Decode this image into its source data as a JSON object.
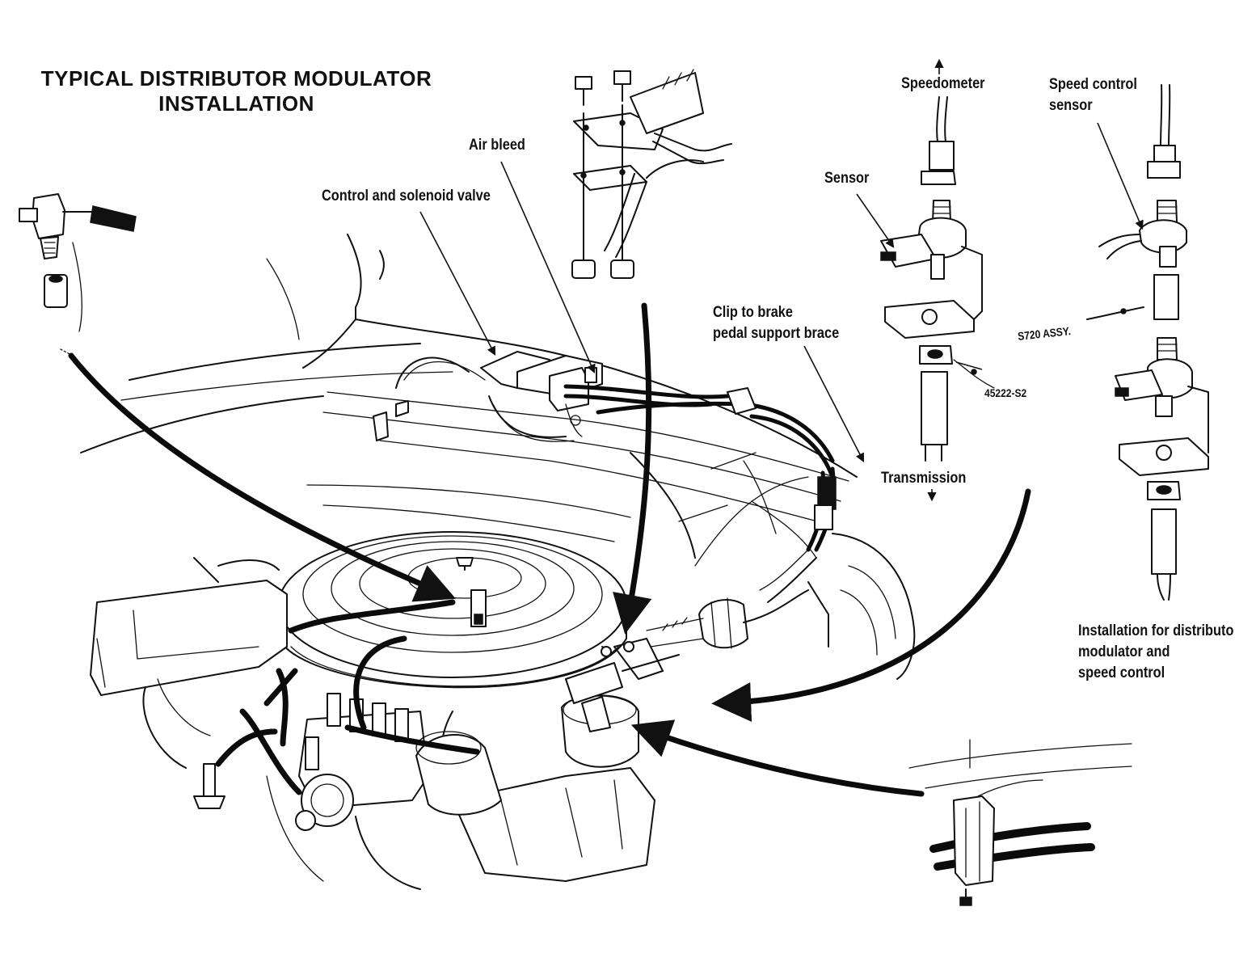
{
  "title": {
    "line1": "TYPICAL DISTRIBUTOR MODULATOR",
    "line2": "INSTALLATION"
  },
  "labels": {
    "air_bleed": "Air bleed",
    "control_solenoid": "Control and solenoid valve",
    "clip_line1": "Clip to brake",
    "clip_line2": "pedal support brace",
    "speedometer": "Speedometer",
    "sensor": "Sensor",
    "transmission": "Transmission",
    "speed_control_line1": "Speed control",
    "speed_control_line2": "sensor",
    "caption_line1": "Installation for distributo",
    "caption_line2": "modulator and",
    "caption_line3": "speed control",
    "part_number_1": "45222-S2",
    "part_number_2": "S720 ASSY."
  },
  "colors": {
    "ink": "#111111",
    "paper": "#ffffff"
  }
}
